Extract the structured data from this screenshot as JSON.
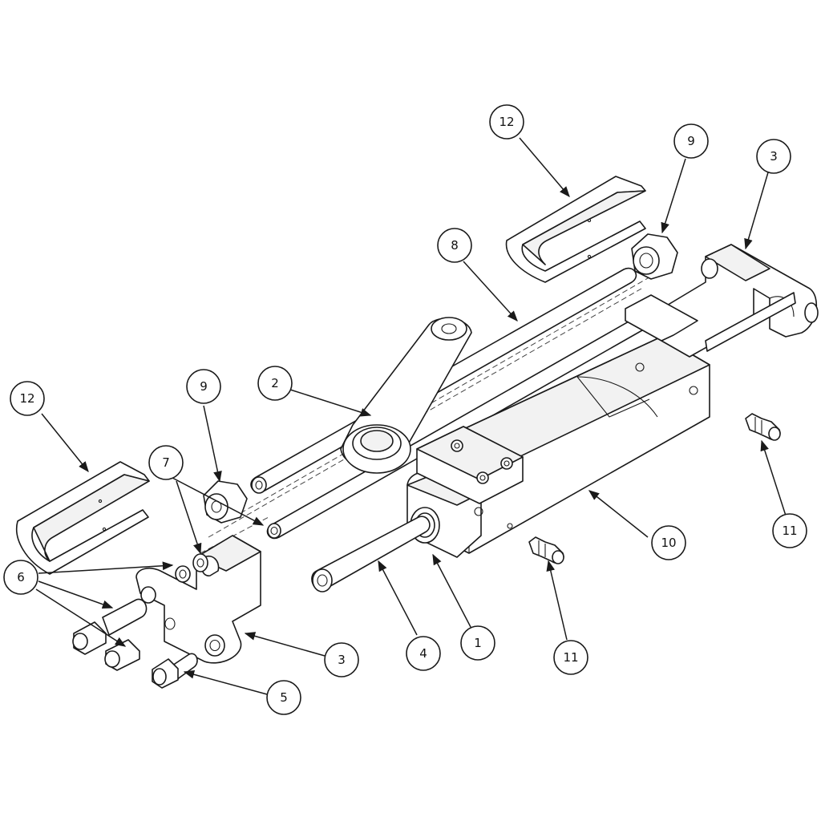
{
  "callouts": [
    {
      "id": "c12a",
      "label": "12"
    },
    {
      "id": "c9a",
      "label": "9"
    },
    {
      "id": "c3a",
      "label": "3"
    },
    {
      "id": "c8",
      "label": "8"
    },
    {
      "id": "c2",
      "label": "2"
    },
    {
      "id": "c9b",
      "label": "9"
    },
    {
      "id": "c12b",
      "label": "12"
    },
    {
      "id": "c7",
      "label": "7"
    },
    {
      "id": "c6",
      "label": "6"
    },
    {
      "id": "c3b",
      "label": "3"
    },
    {
      "id": "c5",
      "label": "5"
    },
    {
      "id": "c4",
      "label": "4"
    },
    {
      "id": "c1",
      "label": "1"
    },
    {
      "id": "c11a",
      "label": "11"
    },
    {
      "id": "c10",
      "label": "10"
    },
    {
      "id": "c11b",
      "label": "11"
    }
  ],
  "colors": {
    "line": "#1a1a1a",
    "background": "#ffffff"
  }
}
